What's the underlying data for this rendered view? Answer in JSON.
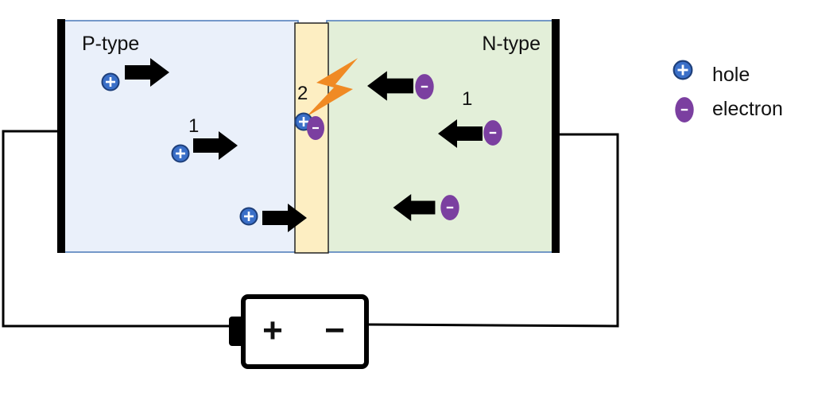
{
  "regions": {
    "p_label": "P-type",
    "n_label": "N-type"
  },
  "markers": {
    "p_side_number": "1",
    "junction_number": "2",
    "n_side_number": "1"
  },
  "legend": {
    "hole_label": "hole",
    "electron_label": "electron"
  },
  "battery": {
    "positive_terminal": "+",
    "negative_terminal": "−"
  },
  "charge_symbols": {
    "hole": "+",
    "electron": "-"
  },
  "icons": {
    "hole": "hole-plus-circle-icon",
    "electron": "electron-minus-oval-icon",
    "arrow": "right-arrow-icon",
    "spark": "lightning-bolt-icon"
  },
  "colors": {
    "p_region": "#eaf0fa",
    "n_region": "#e3efd9",
    "depletion": "#fdeec2",
    "hole": "#3a6fc8",
    "electron": "#7b3fa0",
    "spark": "#f08a24",
    "wire": "#000000"
  }
}
